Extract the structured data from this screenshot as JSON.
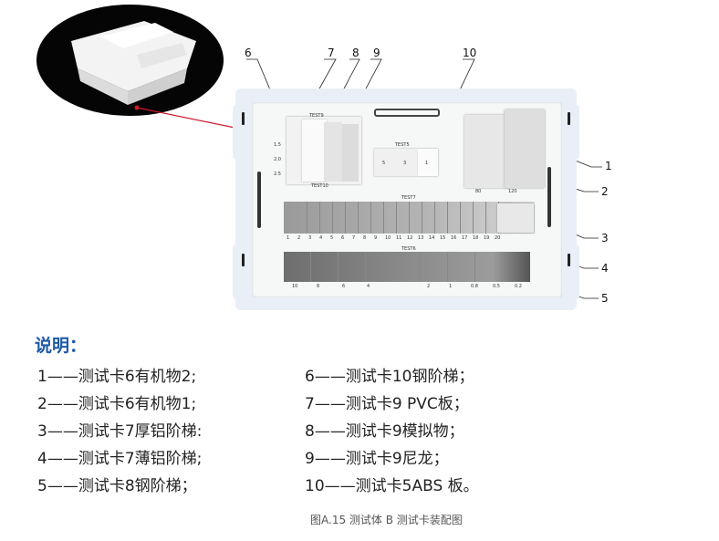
{
  "heading": "说明：",
  "legend_left": [
    "1——测试卡6有机物2;",
    "2——测试卡6有机物1;",
    "3——测试卡7厚铝阶梯:",
    "4——测试卡7薄铝阶梯;",
    "5——测试卡8钢阶梯；"
  ],
  "legend_right": [
    "6——测试卡10钢阶梯；",
    "7——测试卡9 PVC板；",
    "8——测试卡9模拟物；",
    "9——测试卡9尼龙；",
    "10——测试卡5ABS 板。"
  ],
  "caption": "图A.15 测试体 B 测试卡装配图",
  "callouts": [
    "1",
    "2",
    "3",
    "4",
    "5",
    "6",
    "7",
    "8",
    "9",
    "10"
  ],
  "photo_labels": {
    "test9": "TEST9",
    "test10": "TEST10",
    "test5": "TEST5",
    "test7": "TEST7",
    "test6": "TEST6",
    "test9_values": [
      "1.5",
      "2.0",
      "2.5"
    ],
    "test5_values": [
      "5",
      "3",
      "1"
    ],
    "test6_values": [
      "80",
      "120"
    ],
    "test8_values": [
      "10",
      "8",
      "6",
      "4",
      "2",
      "1",
      "0.8",
      "0.5",
      "0.2"
    ],
    "test7_numbers": [
      "1",
      "2",
      "3",
      "4",
      "5",
      "6",
      "7",
      "8",
      "9",
      "10",
      "11",
      "12",
      "13",
      "14",
      "15",
      "16",
      "17",
      "18",
      "19",
      "20"
    ]
  },
  "colors": {
    "heading": "#1f5aa6",
    "leader": "#cc1a2a"
  }
}
